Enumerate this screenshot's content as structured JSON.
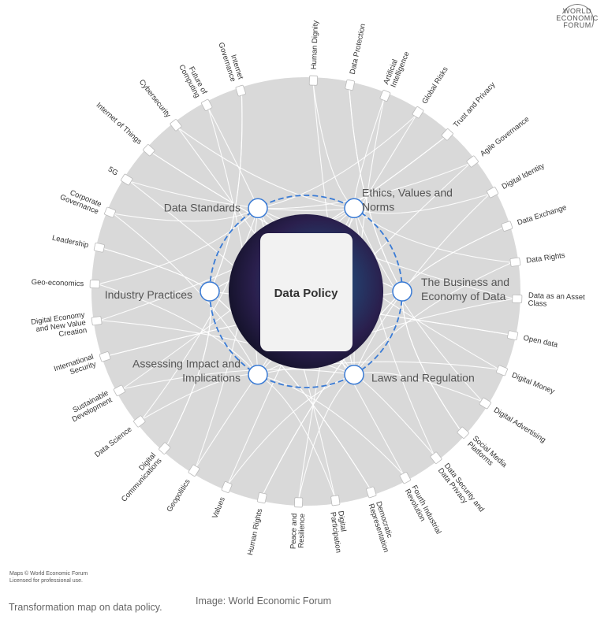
{
  "logo": {
    "line1": "WORLD",
    "line2": "ECONOMIC",
    "line3": "FORUM"
  },
  "center": {
    "label": "Data Policy"
  },
  "key_issues": [
    {
      "lines": [
        "Ethics, Values and",
        "Norms"
      ]
    },
    {
      "lines": [
        "The Business and",
        "Economy of Data"
      ]
    },
    {
      "lines": [
        "Laws and Regulation"
      ]
    },
    {
      "lines": [
        "Assessing Impact and",
        "Implications"
      ]
    },
    {
      "lines": [
        "Industry Practices"
      ]
    },
    {
      "lines": [
        "Data Standards"
      ]
    }
  ],
  "related_topics": [
    {
      "lines": [
        "Human Dignity"
      ]
    },
    {
      "lines": [
        "Data Protection"
      ]
    },
    {
      "lines": [
        "Artificial",
        "Intelligence"
      ]
    },
    {
      "lines": [
        "Global Risks"
      ]
    },
    {
      "lines": [
        "Trust and Privacy"
      ]
    },
    {
      "lines": [
        "Agile Governance"
      ]
    },
    {
      "lines": [
        "Digital Identity"
      ]
    },
    {
      "lines": [
        "Data Exchange"
      ]
    },
    {
      "lines": [
        "Data Rights"
      ]
    },
    {
      "lines": [
        "Data as an Asset",
        "Class"
      ]
    },
    {
      "lines": [
        "Open data"
      ]
    },
    {
      "lines": [
        "Digital Money"
      ]
    },
    {
      "lines": [
        "Digital Advertising"
      ]
    },
    {
      "lines": [
        "Social Media",
        "Platforms"
      ]
    },
    {
      "lines": [
        "Data Security and",
        "Data Privacy"
      ]
    },
    {
      "lines": [
        "Fourth Industrial",
        "Revolution"
      ]
    },
    {
      "lines": [
        "Democratic",
        "Representation"
      ]
    },
    {
      "lines": [
        "Digital",
        "Participation"
      ]
    },
    {
      "lines": [
        "Peace and",
        "Resilience"
      ]
    },
    {
      "lines": [
        "Human Rights"
      ]
    },
    {
      "lines": [
        "Values"
      ]
    },
    {
      "lines": [
        "Geopolitics"
      ]
    },
    {
      "lines": [
        "Digital",
        "Communications"
      ]
    },
    {
      "lines": [
        "Data Science"
      ]
    },
    {
      "lines": [
        "Sustainable",
        "Development"
      ]
    },
    {
      "lines": [
        "International",
        "Security"
      ]
    },
    {
      "lines": [
        "Digital Economy",
        "and New Value",
        "Creation"
      ]
    },
    {
      "lines": [
        "Geo-economics"
      ]
    },
    {
      "lines": [
        "Leadership"
      ]
    },
    {
      "lines": [
        "Corporate",
        "Governance"
      ]
    },
    {
      "lines": [
        "5G"
      ]
    },
    {
      "lines": [
        "Internet of Things"
      ]
    },
    {
      "lines": [
        "Cybersecurity"
      ]
    },
    {
      "lines": [
        "Future of",
        "Computing"
      ]
    },
    {
      "lines": [
        "Internet",
        "Governance"
      ]
    }
  ],
  "maps_credit": {
    "line1": "Maps © World Economic Forum",
    "line2": "Licensed for professional use."
  },
  "caption": "Transformation map on data policy.",
  "image_credit": "Image: World Economic Forum",
  "colors": {
    "disc": "#d9d9d9",
    "ring_dashes": "#3a7bd5",
    "node_stroke": "#3a7bd5",
    "link_lines": "#ffffff",
    "center_card": "#f2f2f2",
    "globe_dark": "#1c1a35",
    "globe_glow": "#2d7fb8"
  }
}
